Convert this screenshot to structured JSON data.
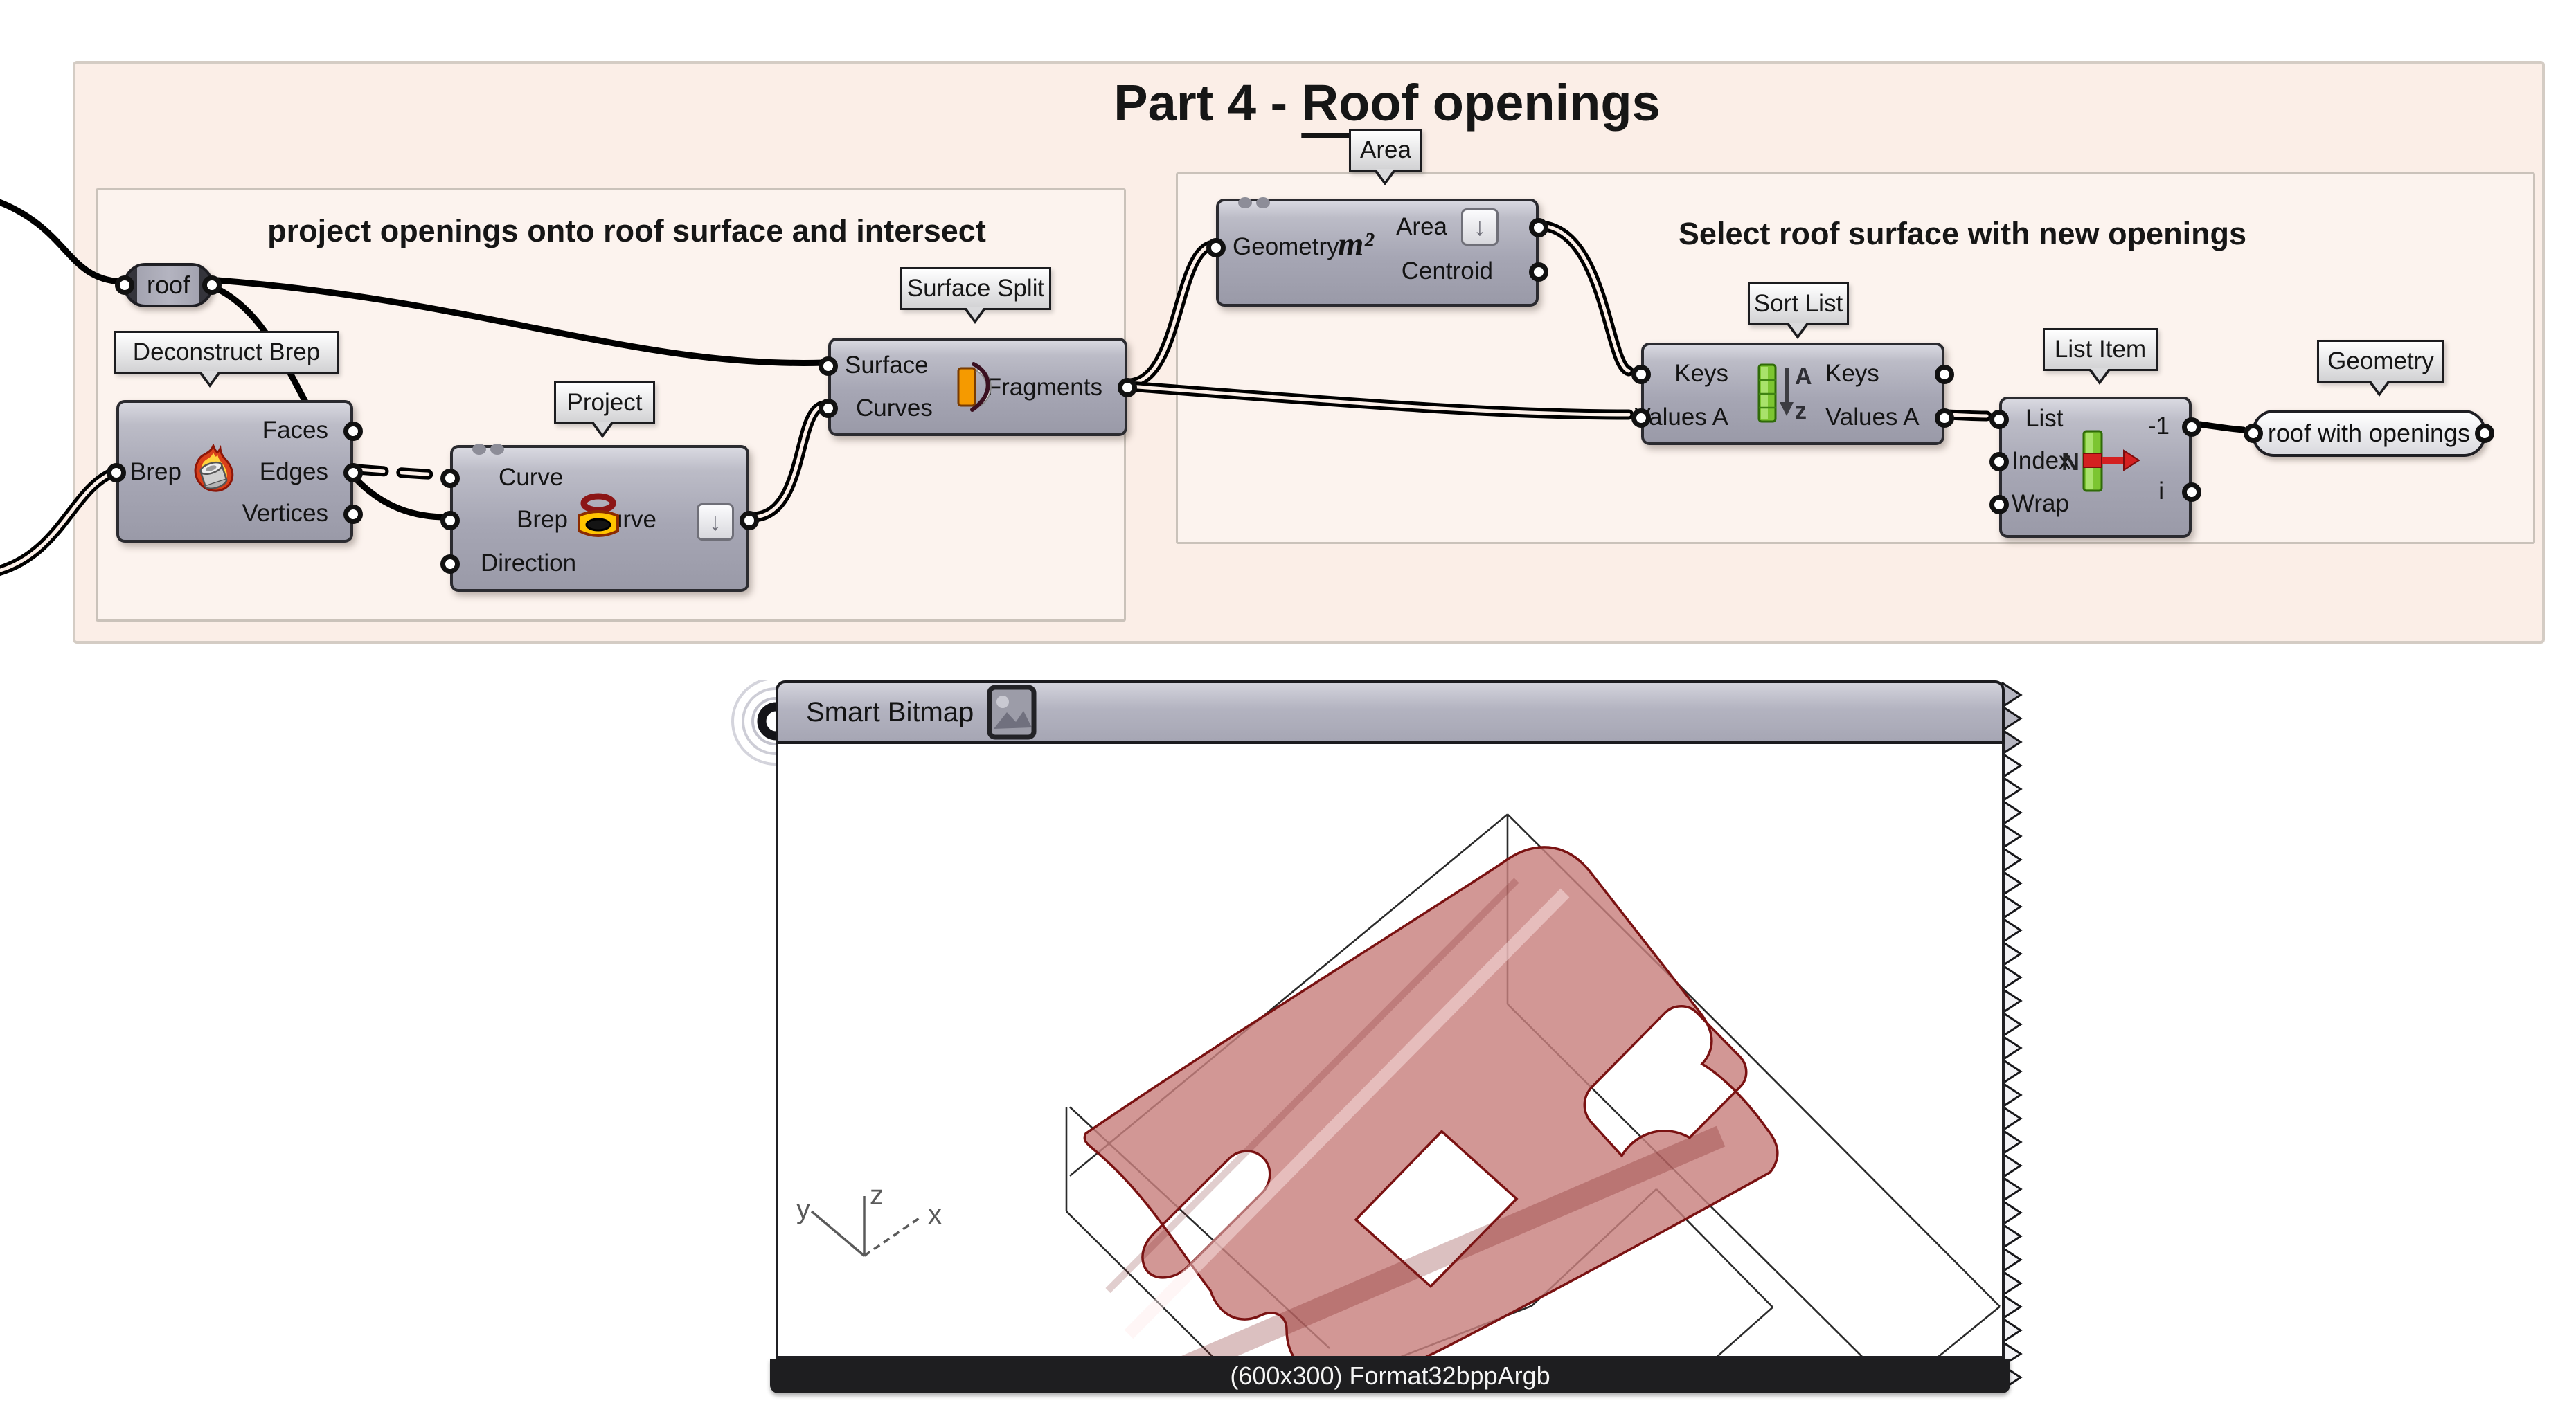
{
  "group": {
    "title_prefix": "Part 4 - ",
    "title_underlined": "Roof",
    "title_suffix": " openings",
    "left_title": "project openings onto roof surface and intersect",
    "right_title": "Select roof surface with new openings"
  },
  "pills": {
    "roof": "roof",
    "result": "roof with openings"
  },
  "balloons": {
    "decon": "Deconstruct Brep",
    "project": "Project",
    "surfsplit": "Surface Split",
    "area": "Area",
    "sort": "Sort List",
    "listitem": "List Item",
    "geometry": "Geometry"
  },
  "components": {
    "decon": {
      "inputs": [
        "Brep"
      ],
      "outputs": [
        "Faces",
        "Edges",
        "Vertices"
      ]
    },
    "project": {
      "inputs": [
        "Curve",
        "Brep",
        "Direction"
      ],
      "outputs": [
        "Curve"
      ]
    },
    "surfsplit": {
      "inputs": [
        "Surface",
        "Curves"
      ],
      "outputs": [
        "Fragments"
      ]
    },
    "area": {
      "inputs": [
        "Geometry"
      ],
      "outputs": [
        "Area",
        "Centroid"
      ]
    },
    "sort": {
      "inputs": [
        "Keys",
        "Values A"
      ],
      "outputs": [
        "Keys",
        "Values A"
      ]
    },
    "listitem": {
      "inputs": [
        "List",
        "Index",
        "Wrap"
      ],
      "outputs": [
        "-1",
        "i"
      ]
    }
  },
  "icons": {
    "area_m2": "m²",
    "flatten": "↓",
    "sort_a": "A",
    "sort_z": "z",
    "list_n": "N"
  },
  "bitmap": {
    "title": "Smart Bitmap",
    "status": "(600x300) Format32bppArgb",
    "axes": {
      "x": "x",
      "y": "y",
      "z": "z"
    }
  },
  "colors": {
    "group_bg": "#fbeee7",
    "component_body": "#a6a6b4",
    "wire": "#000000",
    "roof_surface": "#c8807e",
    "roof_edge": "#7a1212",
    "status_bar": "#1e1e20"
  }
}
